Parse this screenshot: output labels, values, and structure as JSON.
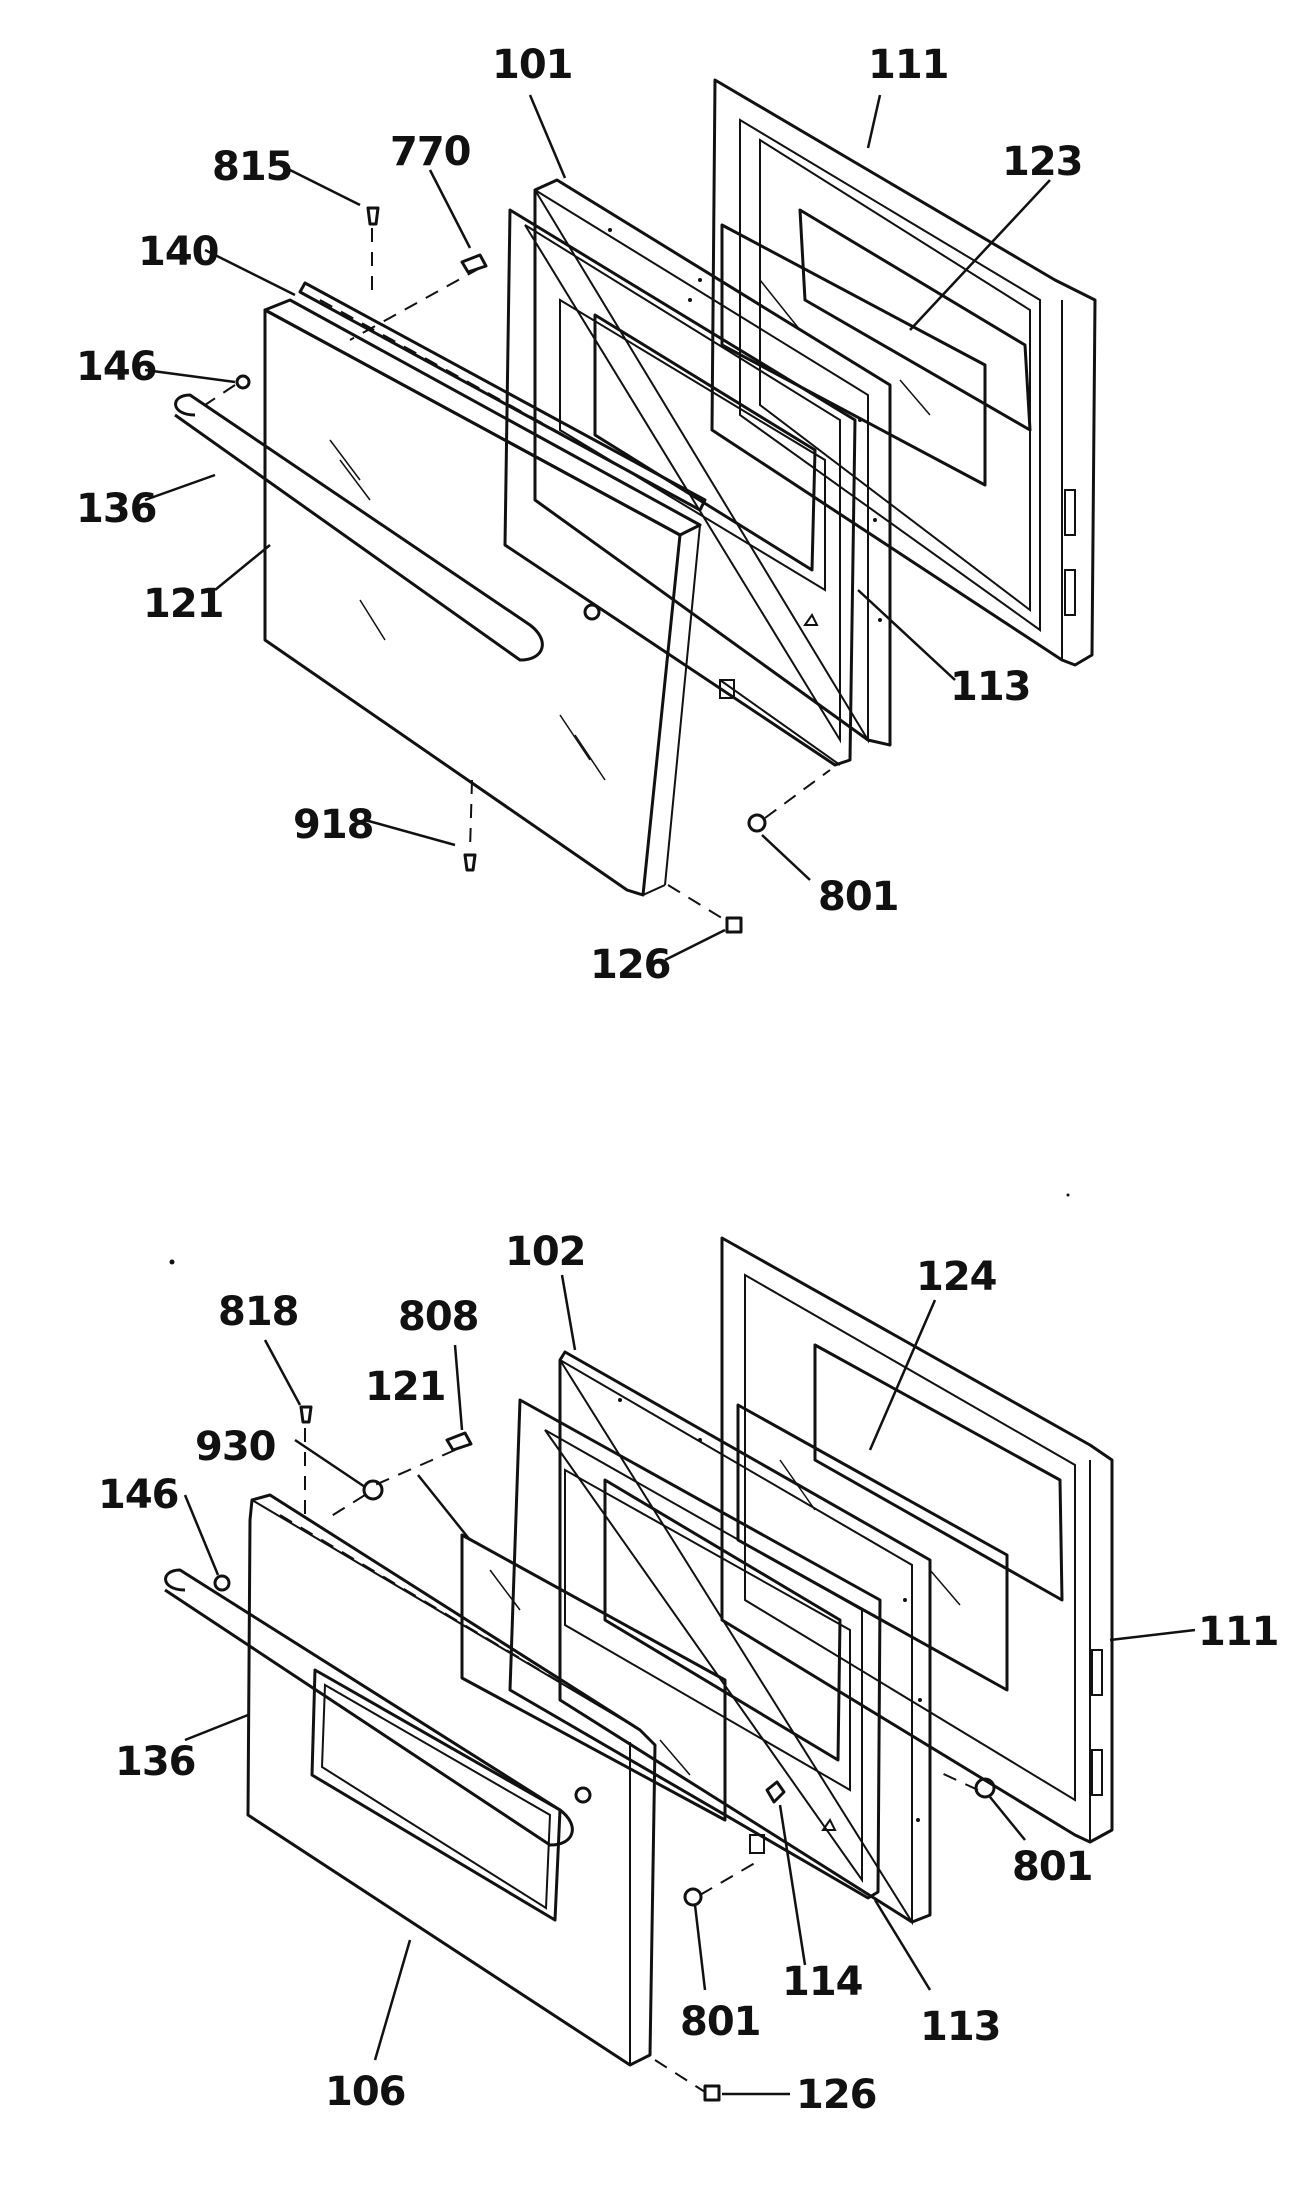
{
  "diagrams": [
    {
      "callouts": [
        "815",
        "770",
        "101",
        "111",
        "123",
        "140",
        "146",
        "136",
        "121",
        "113",
        "918",
        "801",
        "126"
      ]
    },
    {
      "callouts": [
        "102",
        "124",
        "818",
        "808",
        "121",
        "930",
        "146",
        "111",
        "136",
        "801",
        "114",
        "801",
        "113",
        "106",
        "126"
      ]
    }
  ]
}
